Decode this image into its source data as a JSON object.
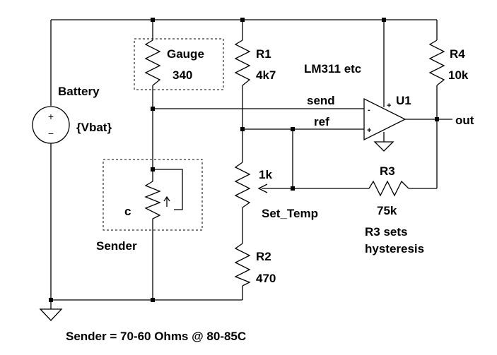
{
  "battery": {
    "name": "Battery",
    "value": "{Vbat}"
  },
  "gauge": {
    "name": "Gauge",
    "value": "340"
  },
  "r1": {
    "name": "R1",
    "value": "4k7"
  },
  "r2": {
    "name": "R2",
    "value": "470"
  },
  "r3": {
    "name": "R3",
    "value": "75k",
    "note_line1": "R3 sets",
    "note_line2": "hysteresis"
  },
  "r4": {
    "name": "R4",
    "value": "10k"
  },
  "pot": {
    "value": "1k",
    "name": "Set_Temp"
  },
  "comparator": {
    "name": "U1",
    "part": "LM311 etc",
    "plus_sign": "+",
    "minus_sign": "-"
  },
  "nets": {
    "send": "send",
    "ref": "ref",
    "out": "out"
  },
  "sender": {
    "name": "Sender",
    "pin_label": "c"
  },
  "battery_signs": {
    "plus": "+",
    "minus": "−"
  },
  "footer": {
    "note": "Sender = 70-60 Ohms @ 80-85C"
  }
}
